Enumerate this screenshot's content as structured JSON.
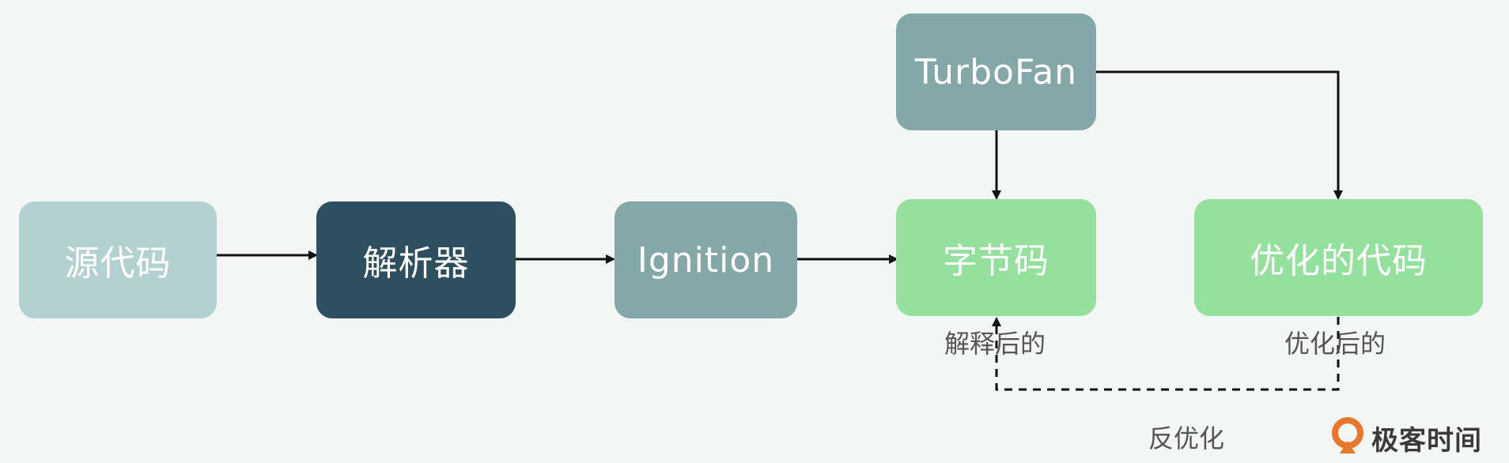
{
  "colors": {
    "background": "#f3f6f5",
    "source_box": "#b3d1d1",
    "parser_box": "#2d4f5f",
    "ignition_box": "#84a8a8",
    "turbofan_box": "#84a8a8",
    "bytecode_box": "#94e19d",
    "optimized_box": "#94e19d",
    "node_text": "#ffffff",
    "arrow": "#111111",
    "caption_text": "#555555",
    "brand_orange": "#e8772e"
  },
  "nodes": {
    "source_code": "源代码",
    "parser": "解析器",
    "ignition": "Ignition",
    "turbofan": "TurboFan",
    "bytecode": "字节码",
    "optimized_code": "优化的代码"
  },
  "captions": {
    "interpreted": "解释后的",
    "optimized": "优化后的",
    "deoptimize": "反优化"
  },
  "edges": [
    {
      "from": "source_code",
      "to": "parser",
      "style": "solid"
    },
    {
      "from": "parser",
      "to": "ignition",
      "style": "solid"
    },
    {
      "from": "ignition",
      "to": "bytecode",
      "style": "solid"
    },
    {
      "from": "turbofan",
      "to": "bytecode",
      "style": "solid"
    },
    {
      "from": "turbofan",
      "to": "optimized_code",
      "style": "solid"
    },
    {
      "from": "optimized_code",
      "to": "bytecode",
      "style": "dashed",
      "label": "反优化"
    }
  ],
  "brand": {
    "logo_icon": "geektime-logo-icon",
    "name": "极客时间"
  }
}
